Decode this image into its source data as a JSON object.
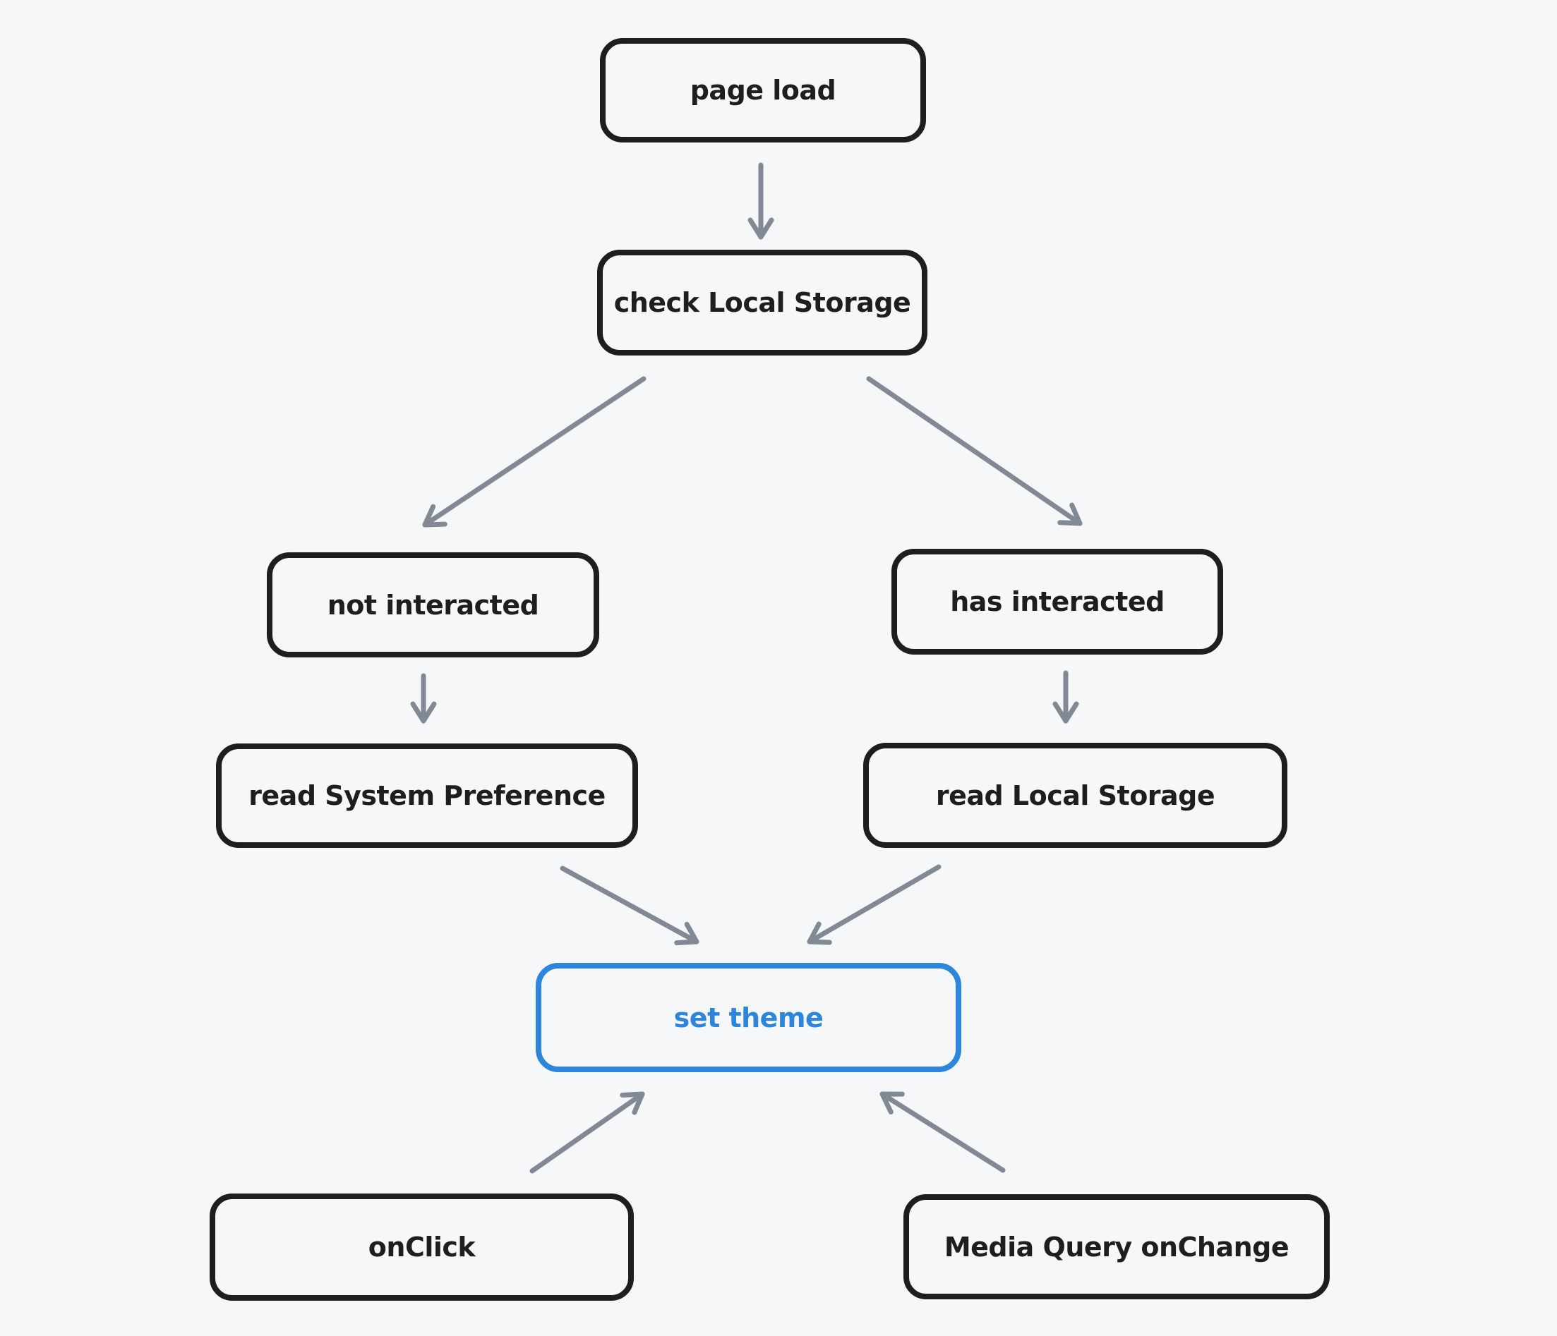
{
  "colors": {
    "background": "#f6f7f9",
    "node_stroke": "#1e1e1e",
    "node_text": "#1e1e1e",
    "accent_stroke": "#2d85dc",
    "accent_text": "#2d85dc",
    "arrow": "#818a94"
  },
  "nodes": {
    "page_load": "page load",
    "check_local_storage": "check Local Storage",
    "not_interacted": "not interacted",
    "has_interacted": "has interacted",
    "read_system_preference": "read System Preference",
    "read_local_storage": "read Local Storage",
    "set_theme": "set theme",
    "on_click": "onClick",
    "media_query_onchange": "Media Query onChange"
  },
  "accent_node": "set_theme",
  "edges": [
    {
      "from": "page_load",
      "to": "check_local_storage"
    },
    {
      "from": "check_local_storage",
      "to": "not_interacted"
    },
    {
      "from": "check_local_storage",
      "to": "has_interacted"
    },
    {
      "from": "not_interacted",
      "to": "read_system_preference"
    },
    {
      "from": "has_interacted",
      "to": "read_local_storage"
    },
    {
      "from": "read_system_preference",
      "to": "set_theme"
    },
    {
      "from": "read_local_storage",
      "to": "set_theme"
    },
    {
      "from": "on_click",
      "to": "set_theme"
    },
    {
      "from": "media_query_onchange",
      "to": "set_theme"
    }
  ]
}
